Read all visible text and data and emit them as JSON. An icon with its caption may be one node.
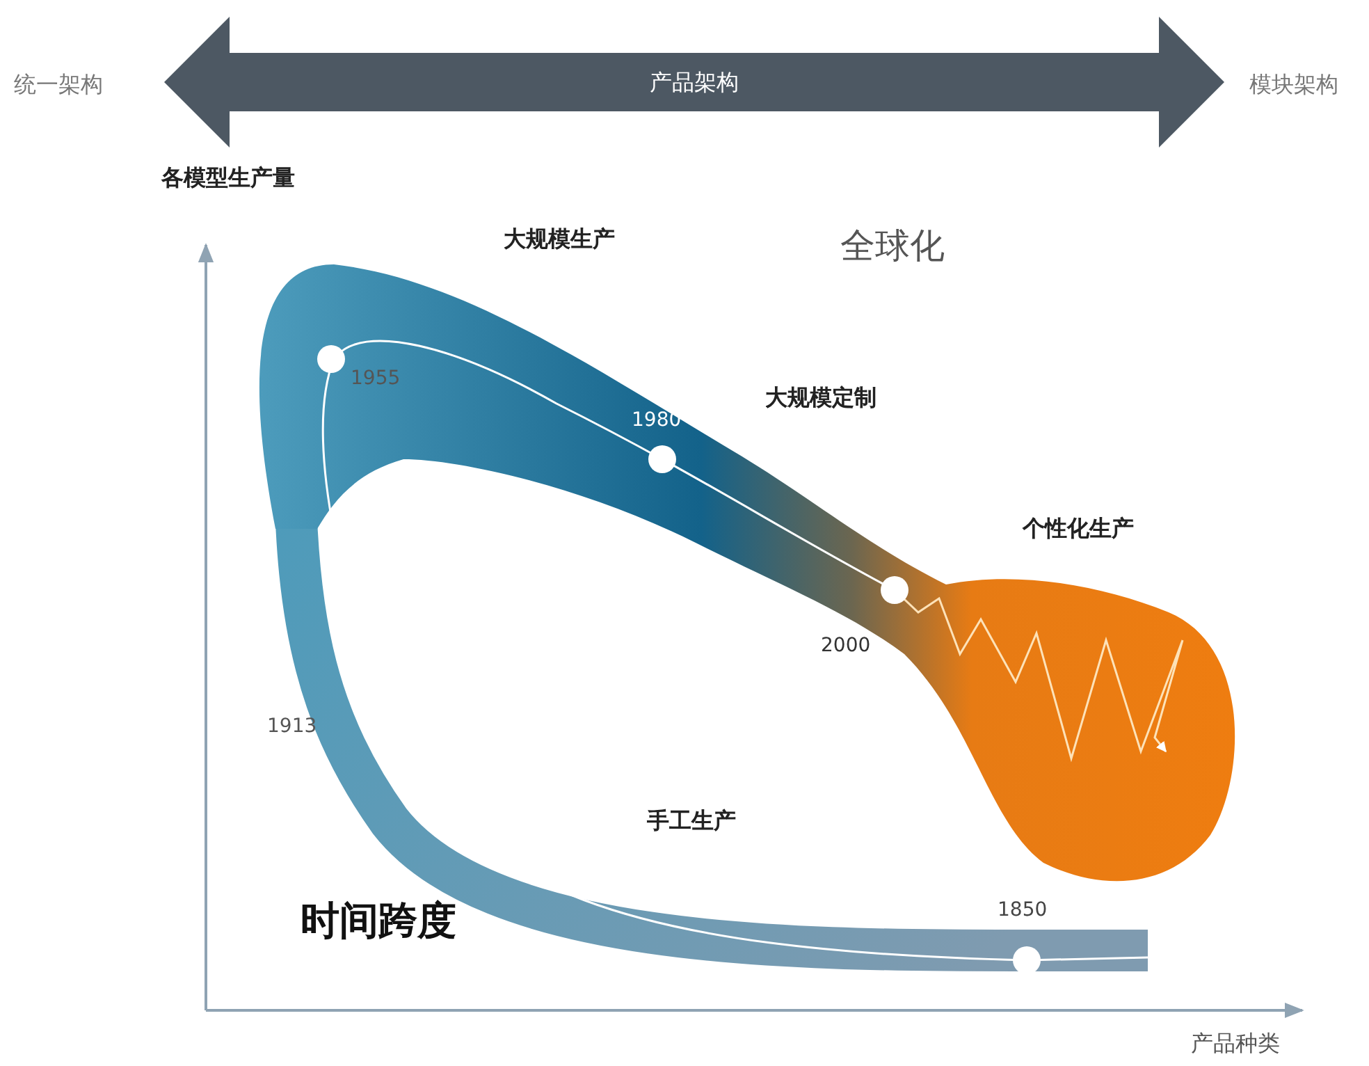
{
  "diagram": {
    "nodes": [
      {
        "text": [
          "产品架构"
        ],
        "beside": [
          "统一架构",
          "模块架构"
        ]
      }
    ],
    "labels": [
      "各模型生产量",
      "大规模生产",
      "全球化",
      "1955",
      "1980",
      "大规模定制",
      "个性化生产",
      "2000",
      "1913",
      "手工生产",
      "时间跨度",
      "1850",
      "产品种类"
    ]
  }
}
